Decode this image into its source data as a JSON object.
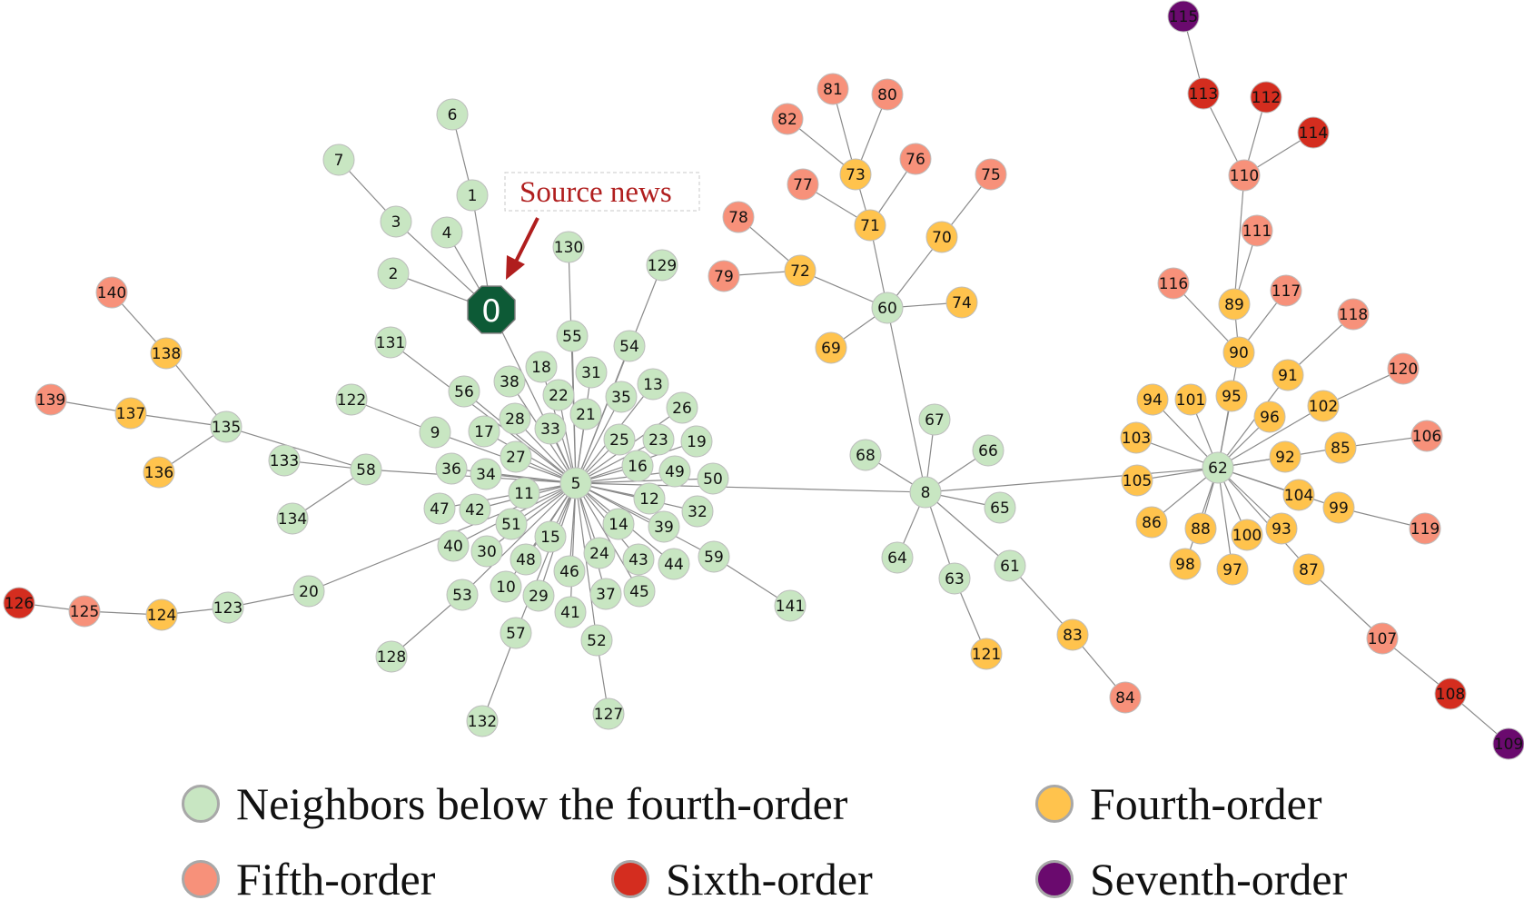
{
  "annotation": {
    "label": "Source news",
    "target": "0"
  },
  "colors": {
    "below4": "#c8e6c2",
    "order4": "#ffc34d",
    "order5": "#f7917a",
    "order6": "#d42d1f",
    "order7": "#6a0a6e",
    "source": "#0d5a36"
  },
  "legend": [
    {
      "key": "below4",
      "label": "Neighbors below the fourth-order"
    },
    {
      "key": "order4",
      "label": "Fourth-order"
    },
    {
      "key": "order5",
      "label": "Fifth-order"
    },
    {
      "key": "order6",
      "label": "Sixth-order"
    },
    {
      "key": "order7",
      "label": "Seventh-order"
    }
  ],
  "groups": {
    "below4": [
      "1",
      "2",
      "3",
      "4",
      "5",
      "6",
      "7",
      "8",
      "9",
      "10",
      "11",
      "12",
      "13",
      "14",
      "15",
      "16",
      "17",
      "18",
      "19",
      "20",
      "21",
      "22",
      "23",
      "24",
      "25",
      "26",
      "27",
      "28",
      "29",
      "30",
      "31",
      "32",
      "33",
      "34",
      "35",
      "36",
      "37",
      "38",
      "39",
      "40",
      "41",
      "42",
      "43",
      "44",
      "45",
      "46",
      "47",
      "48",
      "49",
      "50",
      "51",
      "52",
      "53",
      "54",
      "55",
      "56",
      "57",
      "58",
      "59",
      "60",
      "61",
      "62",
      "63",
      "64",
      "65",
      "66",
      "67",
      "68",
      "122",
      "123",
      "127",
      "128",
      "129",
      "130",
      "131",
      "132",
      "133",
      "134",
      "135",
      "141"
    ],
    "order4": [
      "69",
      "70",
      "71",
      "72",
      "73",
      "74",
      "83",
      "85",
      "86",
      "87",
      "88",
      "89",
      "90",
      "91",
      "92",
      "93",
      "94",
      "95",
      "96",
      "97",
      "98",
      "99",
      "100",
      "101",
      "102",
      "103",
      "104",
      "105",
      "121",
      "124",
      "136",
      "137",
      "138"
    ],
    "order5": [
      "75",
      "76",
      "77",
      "78",
      "79",
      "80",
      "81",
      "82",
      "84",
      "106",
      "107",
      "110",
      "111",
      "116",
      "117",
      "118",
      "119",
      "120",
      "125",
      "139",
      "140"
    ],
    "order6": [
      "108",
      "112",
      "113",
      "114",
      "126"
    ],
    "order7": [
      "109",
      "115"
    ]
  },
  "edges": [
    [
      "0",
      "1"
    ],
    [
      "1",
      "6"
    ],
    [
      "0",
      "3"
    ],
    [
      "3",
      "7"
    ],
    [
      "0",
      "4"
    ],
    [
      "0",
      "2"
    ],
    [
      "0",
      "5"
    ],
    [
      "5",
      "130"
    ],
    [
      "5",
      "55"
    ],
    [
      "5",
      "129"
    ],
    [
      "5",
      "54"
    ],
    [
      "5",
      "131"
    ],
    [
      "5",
      "56"
    ],
    [
      "5",
      "38"
    ],
    [
      "5",
      "18"
    ],
    [
      "5",
      "31"
    ],
    [
      "5",
      "22"
    ],
    [
      "5",
      "21"
    ],
    [
      "5",
      "35"
    ],
    [
      "5",
      "13"
    ],
    [
      "5",
      "26"
    ],
    [
      "5",
      "23"
    ],
    [
      "5",
      "25"
    ],
    [
      "5",
      "19"
    ],
    [
      "5",
      "16"
    ],
    [
      "5",
      "49"
    ],
    [
      "5",
      "50"
    ],
    [
      "5",
      "12"
    ],
    [
      "5",
      "32"
    ],
    [
      "5",
      "39"
    ],
    [
      "5",
      "59"
    ],
    [
      "59",
      "141"
    ],
    [
      "5",
      "44"
    ],
    [
      "5",
      "14"
    ],
    [
      "5",
      "43"
    ],
    [
      "5",
      "45"
    ],
    [
      "5",
      "24"
    ],
    [
      "5",
      "37"
    ],
    [
      "5",
      "46"
    ],
    [
      "5",
      "41"
    ],
    [
      "5",
      "52"
    ],
    [
      "52",
      "127"
    ],
    [
      "5",
      "29"
    ],
    [
      "5",
      "57"
    ],
    [
      "57",
      "132"
    ],
    [
      "5",
      "15"
    ],
    [
      "5",
      "48"
    ],
    [
      "5",
      "10"
    ],
    [
      "5",
      "53"
    ],
    [
      "53",
      "128"
    ],
    [
      "5",
      "30"
    ],
    [
      "5",
      "51"
    ],
    [
      "5",
      "40"
    ],
    [
      "5",
      "42"
    ],
    [
      "5",
      "47"
    ],
    [
      "5",
      "11"
    ],
    [
      "5",
      "34"
    ],
    [
      "5",
      "36"
    ],
    [
      "5",
      "27"
    ],
    [
      "5",
      "17"
    ],
    [
      "5",
      "9"
    ],
    [
      "9",
      "122"
    ],
    [
      "5",
      "28"
    ],
    [
      "5",
      "33"
    ],
    [
      "5",
      "58"
    ],
    [
      "58",
      "133"
    ],
    [
      "58",
      "134"
    ],
    [
      "58",
      "135"
    ],
    [
      "135",
      "138"
    ],
    [
      "138",
      "140"
    ],
    [
      "135",
      "137"
    ],
    [
      "137",
      "139"
    ],
    [
      "135",
      "136"
    ],
    [
      "5",
      "20"
    ],
    [
      "20",
      "123"
    ],
    [
      "123",
      "124"
    ],
    [
      "124",
      "125"
    ],
    [
      "125",
      "126"
    ],
    [
      "5",
      "8"
    ],
    [
      "8",
      "60"
    ],
    [
      "8",
      "67"
    ],
    [
      "8",
      "66"
    ],
    [
      "8",
      "68"
    ],
    [
      "8",
      "65"
    ],
    [
      "8",
      "64"
    ],
    [
      "8",
      "63"
    ],
    [
      "63",
      "121"
    ],
    [
      "8",
      "61"
    ],
    [
      "61",
      "83"
    ],
    [
      "83",
      "84"
    ],
    [
      "8",
      "62"
    ],
    [
      "60",
      "69"
    ],
    [
      "60",
      "72"
    ],
    [
      "72",
      "78"
    ],
    [
      "72",
      "79"
    ],
    [
      "60",
      "71"
    ],
    [
      "71",
      "77"
    ],
    [
      "71",
      "73"
    ],
    [
      "73",
      "81"
    ],
    [
      "73",
      "80"
    ],
    [
      "73",
      "82"
    ],
    [
      "71",
      "76"
    ],
    [
      "60",
      "70"
    ],
    [
      "70",
      "75"
    ],
    [
      "60",
      "74"
    ],
    [
      "62",
      "105"
    ],
    [
      "62",
      "103"
    ],
    [
      "62",
      "94"
    ],
    [
      "62",
      "101"
    ],
    [
      "62",
      "95"
    ],
    [
      "62",
      "96"
    ],
    [
      "62",
      "91"
    ],
    [
      "91",
      "118"
    ],
    [
      "62",
      "102"
    ],
    [
      "102",
      "120"
    ],
    [
      "62",
      "85"
    ],
    [
      "85",
      "106"
    ],
    [
      "62",
      "92"
    ],
    [
      "62",
      "104"
    ],
    [
      "62",
      "99"
    ],
    [
      "99",
      "119"
    ],
    [
      "62",
      "93"
    ],
    [
      "62",
      "87"
    ],
    [
      "87",
      "107"
    ],
    [
      "107",
      "108"
    ],
    [
      "108",
      "109"
    ],
    [
      "62",
      "100"
    ],
    [
      "62",
      "97"
    ],
    [
      "62",
      "88"
    ],
    [
      "62",
      "98"
    ],
    [
      "62",
      "86"
    ],
    [
      "62",
      "90"
    ],
    [
      "90",
      "116"
    ],
    [
      "90",
      "117"
    ],
    [
      "90",
      "89"
    ],
    [
      "89",
      "111"
    ],
    [
      "89",
      "110"
    ],
    [
      "110",
      "113"
    ],
    [
      "113",
      "115"
    ],
    [
      "110",
      "112"
    ],
    [
      "110",
      "114"
    ]
  ]
}
